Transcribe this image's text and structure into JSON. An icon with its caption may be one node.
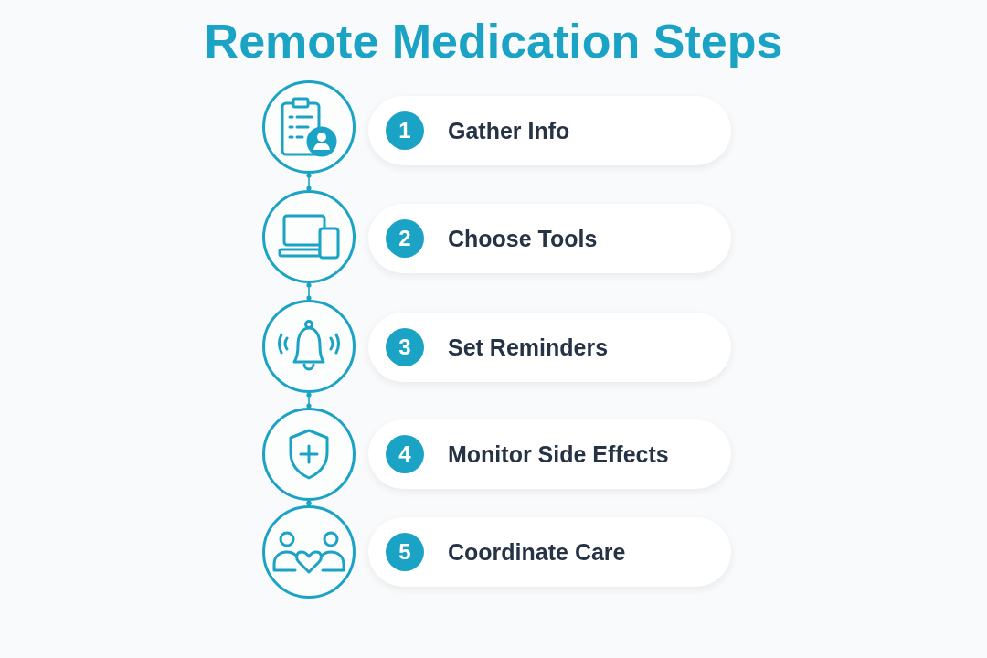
{
  "diagram": {
    "title": "Remote Medication Steps",
    "nodes": [
      {
        "text": [],
        "shape": "circle"
      },
      {
        "text": [
          "Gather Info"
        ]
      },
      {
        "text": [
          "1"
        ],
        "in": 1
      },
      {
        "text": [],
        "shape": "circle"
      },
      {
        "text": [
          "Choose Tools"
        ]
      },
      {
        "text": [
          "2"
        ],
        "in": 4
      },
      {
        "text": [],
        "shape": "circle"
      },
      {
        "text": [
          "Set Reminders"
        ]
      },
      {
        "text": [
          "3"
        ],
        "in": 7
      },
      {
        "text": [],
        "shape": "circle"
      },
      {
        "text": [
          "Monitor Side Effects"
        ]
      },
      {
        "text": [
          "4"
        ],
        "in": 10
      },
      {
        "text": [],
        "shape": "circle"
      },
      {
        "text": [
          "Coordinate Care"
        ]
      },
      {
        "text": [
          "5"
        ],
        "in": 13
      }
    ],
    "edges": [
      {
        "from": 0,
        "to": 3,
        "arrow": "other"
      },
      {
        "from": 3,
        "to": 6,
        "arrow": "other"
      },
      {
        "from": 6,
        "to": 9,
        "arrow": "other"
      },
      {
        "from": 9,
        "to": 12,
        "arrow": "other"
      }
    ]
  }
}
